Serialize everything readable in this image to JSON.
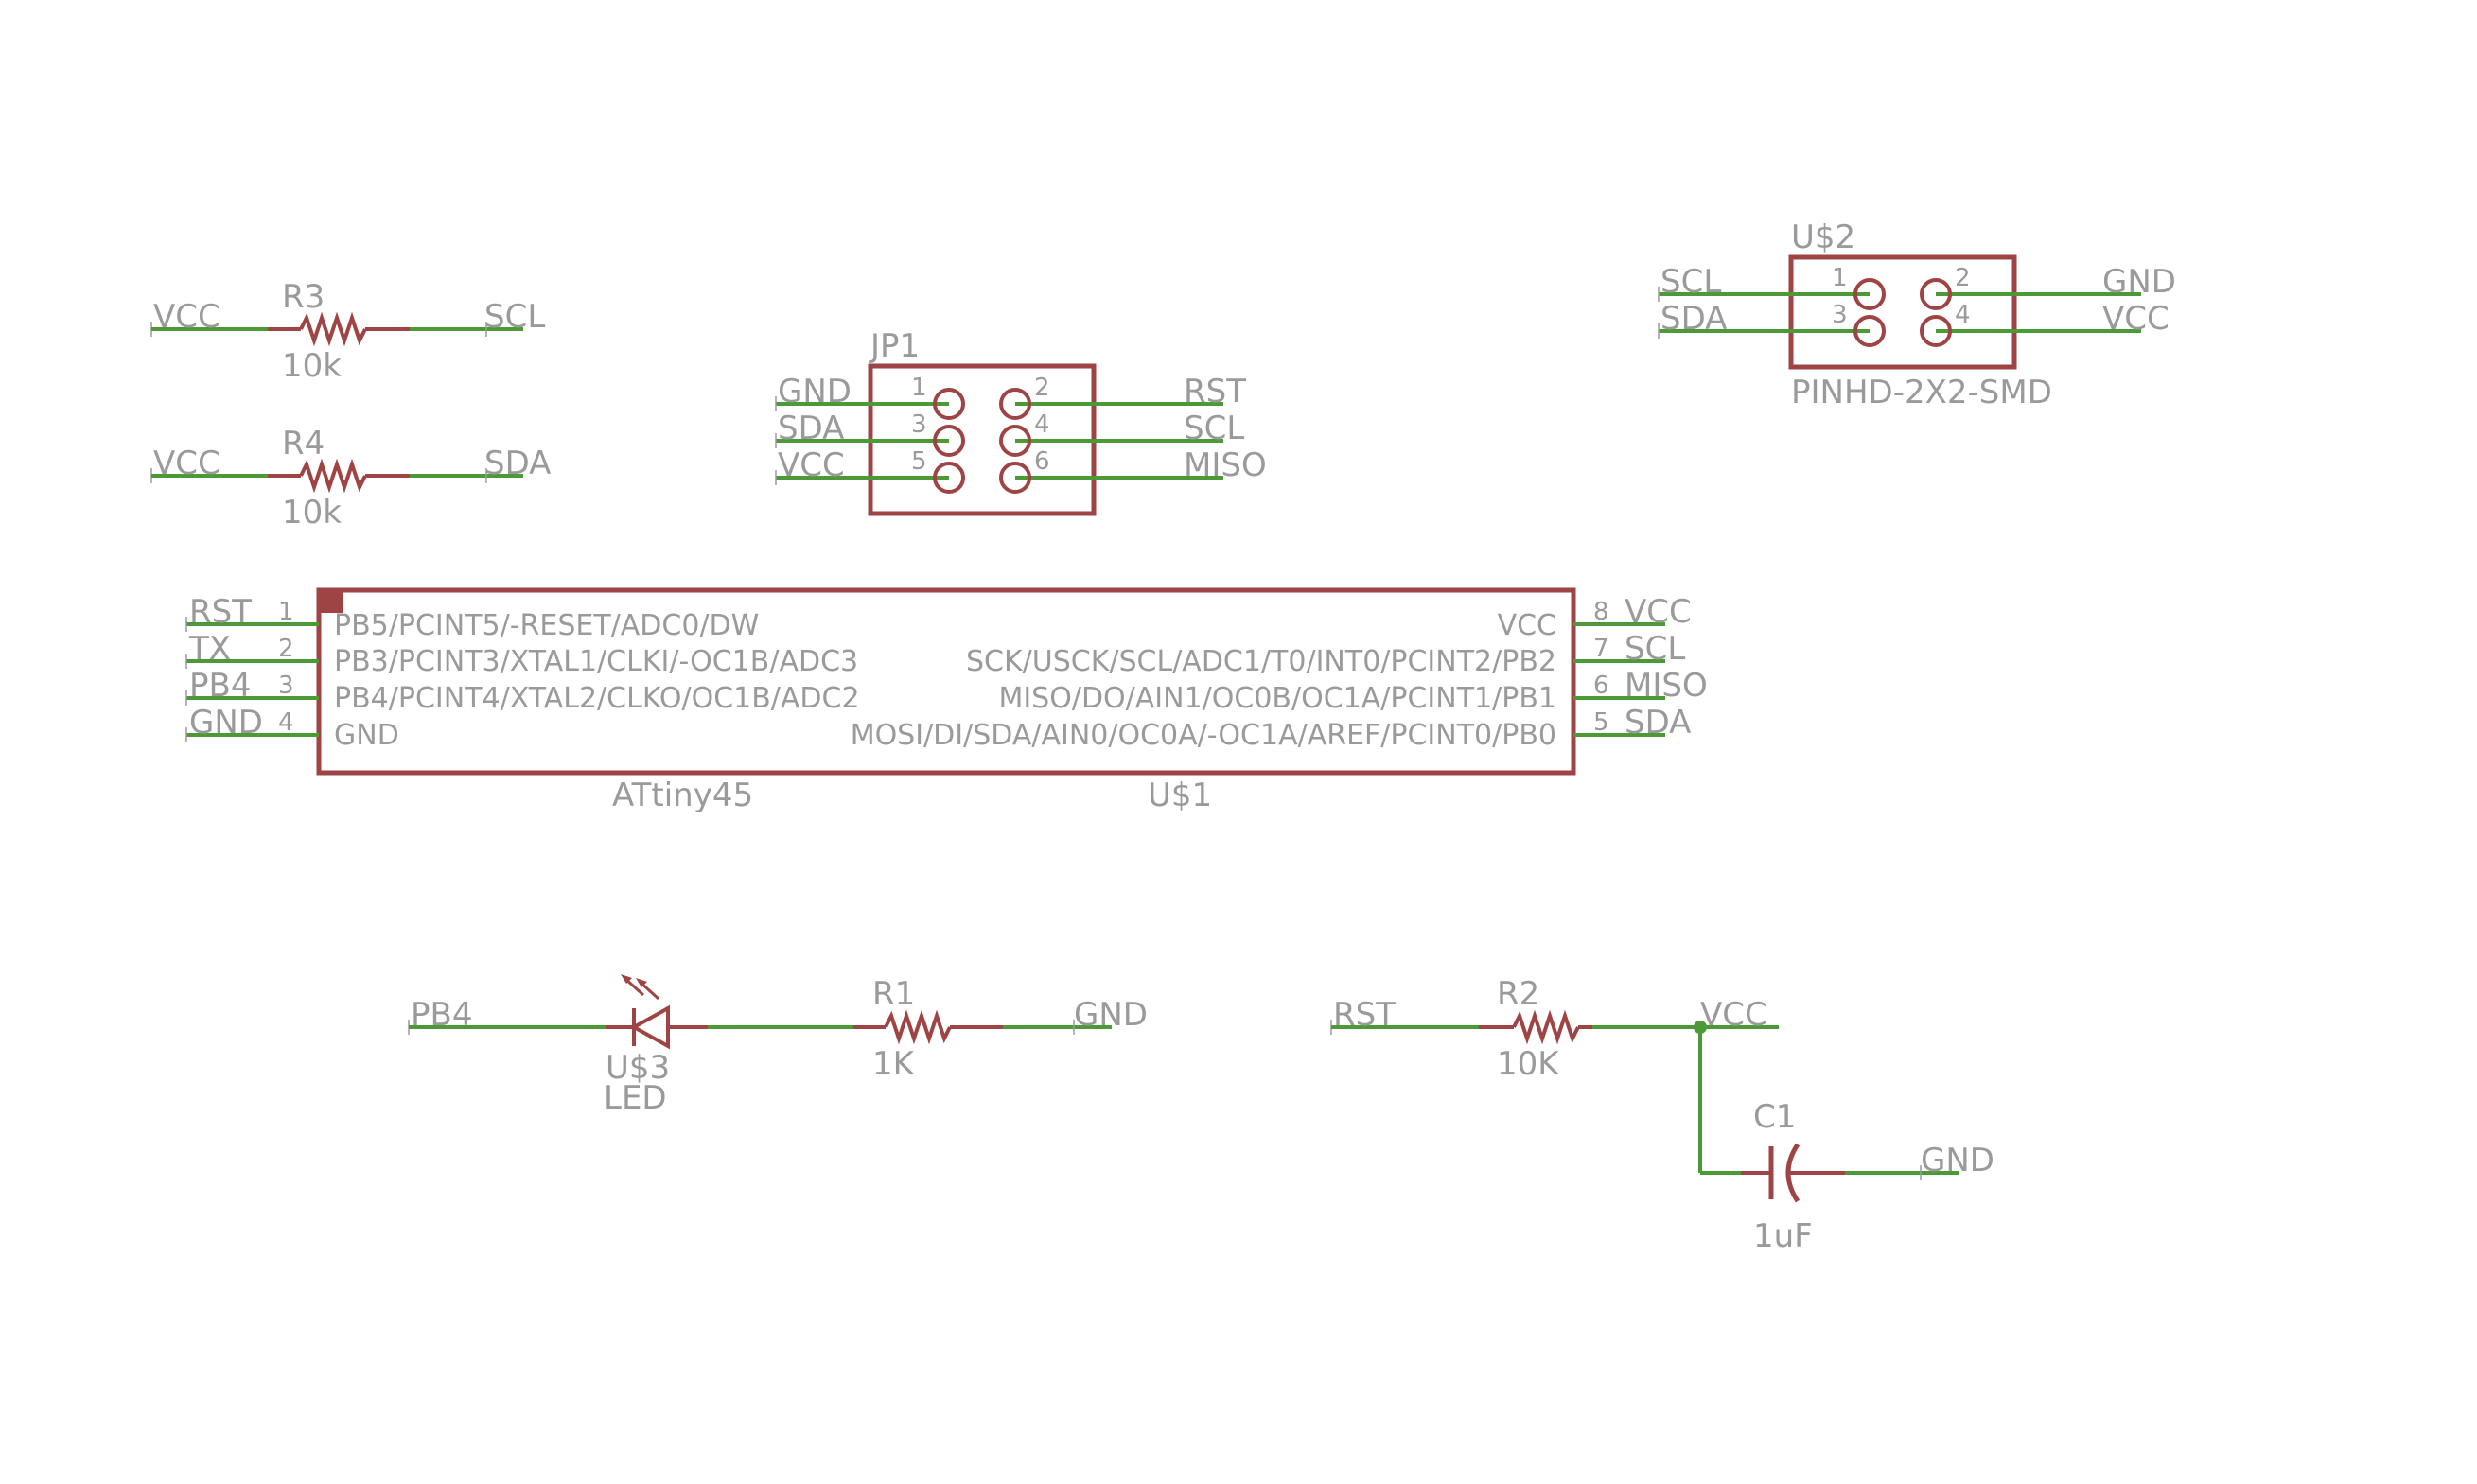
{
  "colors": {
    "background": "#ffffff",
    "wire": "#4c9a35",
    "component": "#9e4444",
    "text": "#9a9a9a"
  },
  "resistors": {
    "r3": {
      "name": "R3",
      "value": "10k",
      "left_net": "VCC",
      "right_net": "SCL"
    },
    "r4": {
      "name": "R4",
      "value": "10k",
      "left_net": "VCC",
      "right_net": "SDA"
    },
    "r1": {
      "name": "R1",
      "value": "1K",
      "right_net": "GND"
    },
    "r2": {
      "name": "R2",
      "value": "10K",
      "left_net": "RST",
      "right_net": "VCC"
    }
  },
  "jp1": {
    "name": "JP1",
    "pin_numbers": [
      "1",
      "2",
      "3",
      "4",
      "5",
      "6"
    ],
    "left_nets": [
      "GND",
      "SDA",
      "VCC"
    ],
    "right_nets": [
      "RST",
      "SCL",
      "MISO"
    ]
  },
  "us2": {
    "name": "U$2",
    "package": "PINHD-2X2-SMD",
    "pin_numbers": [
      "1",
      "2",
      "3",
      "4"
    ],
    "left_nets": [
      "SCL",
      "SDA"
    ],
    "right_nets": [
      "GND",
      "VCC"
    ]
  },
  "us1": {
    "name": "U$1",
    "part": "ATtiny45",
    "left_pins": [
      {
        "num": "1",
        "net": "RST",
        "func": "PB5/PCINT5/-RESET/ADC0/DW"
      },
      {
        "num": "2",
        "net": "TX",
        "func": "PB3/PCINT3/XTAL1/CLKI/-OC1B/ADC3"
      },
      {
        "num": "3",
        "net": "PB4",
        "func": "PB4/PCINT4/XTAL2/CLKO/OC1B/ADC2"
      },
      {
        "num": "4",
        "net": "GND",
        "func": "GND"
      }
    ],
    "right_pins": [
      {
        "num": "8",
        "net": "VCC",
        "func": "VCC"
      },
      {
        "num": "7",
        "net": "SCL",
        "func": "SCK/USCK/SCL/ADC1/T0/INT0/PCINT2/PB2"
      },
      {
        "num": "6",
        "net": "MISO",
        "func": "MISO/DO/AIN1/OC0B/OC1A/PCINT1/PB1"
      },
      {
        "num": "5",
        "net": "SDA",
        "func": "MOSI/DI/SDA/AIN0/OC0A/-OC1A/AREF/PCINT0/PB0"
      }
    ]
  },
  "led": {
    "name": "U$3",
    "value": "LED",
    "left_net": "PB4"
  },
  "c1": {
    "name": "C1",
    "value": "1uF",
    "right_net": "GND"
  }
}
